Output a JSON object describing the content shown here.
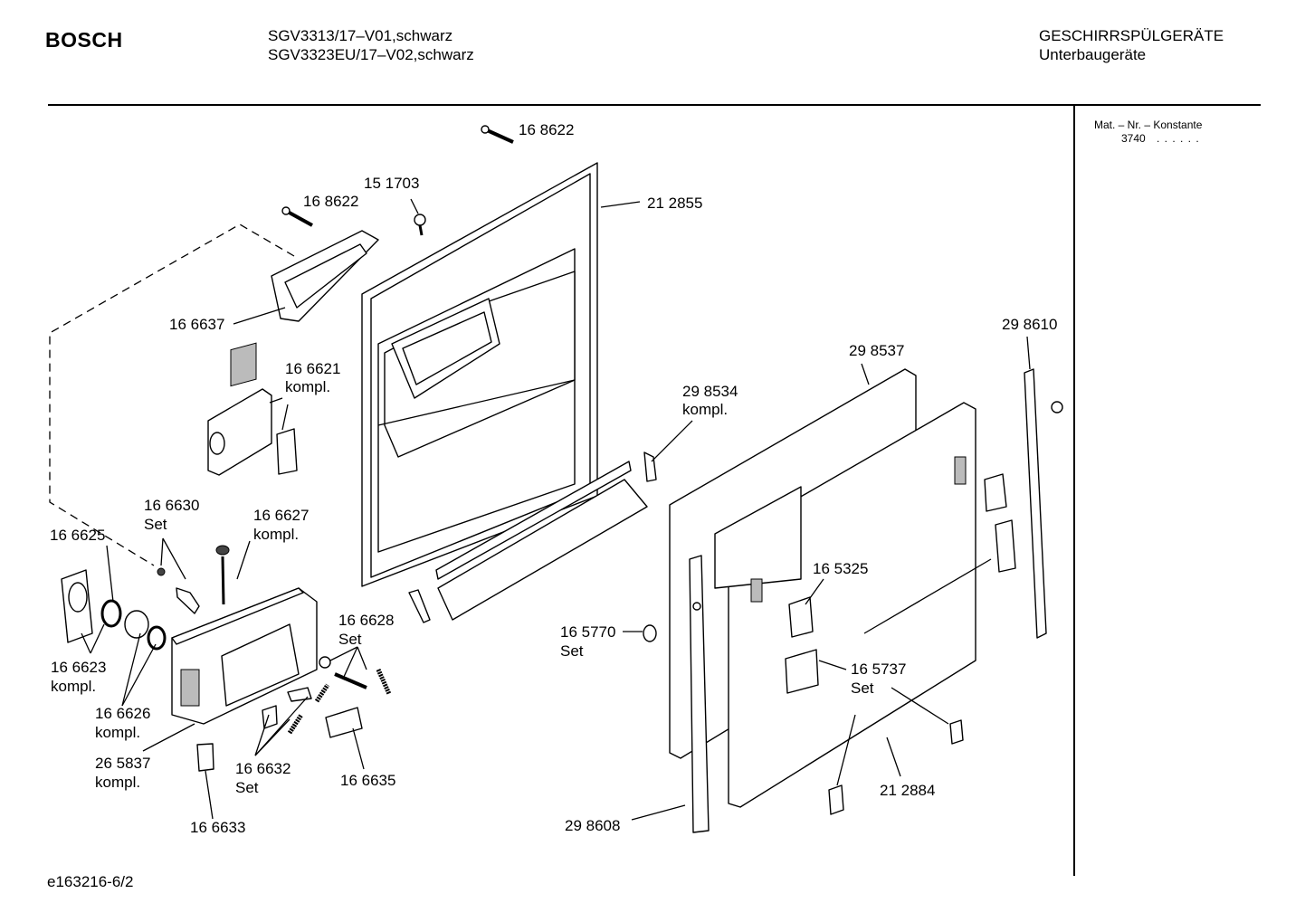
{
  "header": {
    "brand": "BOSCH",
    "model_line_1": "SGV3313/17–V01,schwarz",
    "model_line_2": "SGV3323EU/17–V02,schwarz",
    "category": "GESCHIRRSPÜLGERÄTE",
    "subcategory": "Unterbaugeräte"
  },
  "sidebar": {
    "mat_nr_label": "Mat. – Nr. – Konstante",
    "mat_nr_value": "3740",
    "mat_nr_dots": ". .  . . . ."
  },
  "footer": {
    "drawing_id": "e163216-6/2"
  },
  "parts": {
    "p168622_top": "16 8622",
    "p168622_left": "16 8622",
    "p151703": "15 1703",
    "p212855": "21 2855",
    "p166637": "16 6637",
    "p166621": "16 6621",
    "p166621_sub": "kompl.",
    "p298534": "29 8534",
    "p298534_sub": "kompl.",
    "p298537": "29 8537",
    "p298610": "29 8610",
    "p166630": "16 6630",
    "p166630_sub": "Set",
    "p166627": "16 6627",
    "p166627_sub": "kompl.",
    "p166625": "16 6625",
    "p166628": "16 6628",
    "p166628_sub": "Set",
    "p165325": "16 5325",
    "p165770": "16 5770",
    "p165770_sub": "Set",
    "p166623": "16 6623",
    "p166623_sub": "kompl.",
    "p166626": "16 6626",
    "p166626_sub": "kompl.",
    "p165737": "16 5737",
    "p165737_sub": "Set",
    "p265837": "26 5837",
    "p265837_sub": "kompl.",
    "p166632": "16 6632",
    "p166632_sub": "Set",
    "p166635": "16 6635",
    "p212884": "21 2884",
    "p166633": "16 6633",
    "p298608": "29 8608"
  }
}
